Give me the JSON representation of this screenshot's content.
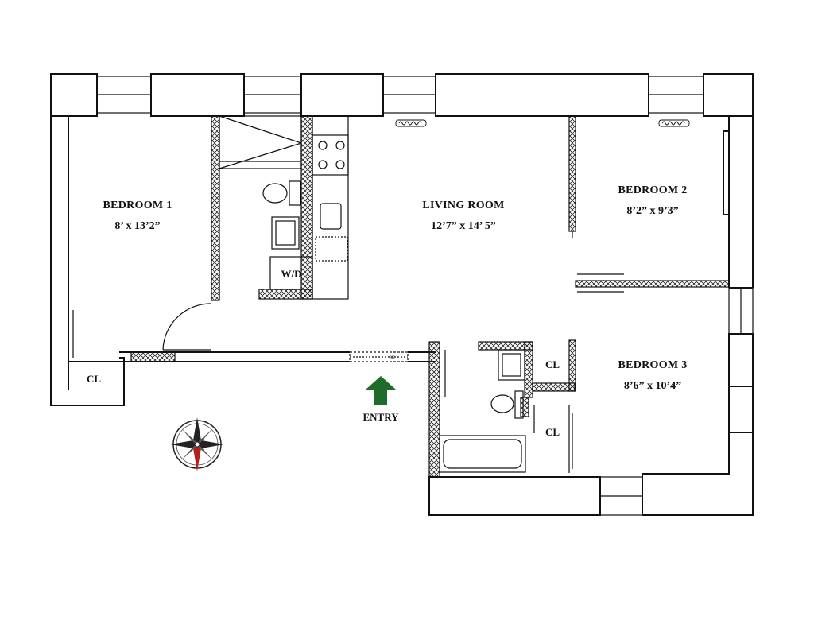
{
  "rooms": {
    "bedroom1": {
      "name": "BEDROOM 1",
      "dims": "8’ x 13’2”"
    },
    "living": {
      "name": "LIVING ROOM",
      "dims": "12’7” x 14’ 5”"
    },
    "bedroom2": {
      "name": "BEDROOM 2",
      "dims": "8’2” x 9’3”"
    },
    "bedroom3": {
      "name": "BEDROOM 3",
      "dims": "8’6” x 10’4”"
    }
  },
  "labels": {
    "washer_dryer": "W/D",
    "closet_bed1": "CL",
    "closet_bath_upper": "CL",
    "closet_bath_lower": "CL",
    "entry": "ENTRY",
    "door_tag": "SR"
  },
  "colors": {
    "wall": "#111111",
    "entry_arrow": "#1f6b2a",
    "compass_needle": "#b3201b"
  },
  "icons": {
    "entry": "arrow-up-icon",
    "north": "compass-rose-icon"
  }
}
